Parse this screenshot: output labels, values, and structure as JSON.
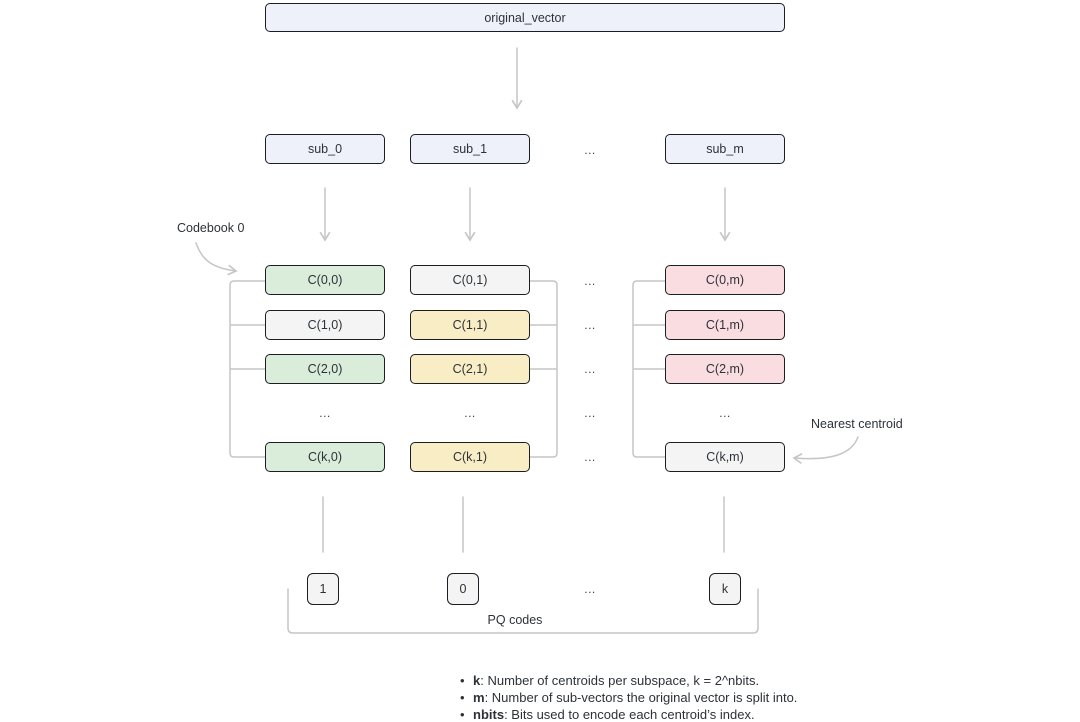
{
  "palette": {
    "lavender": "#eef1fa",
    "green": "#d9edda",
    "yellow": "#f9edc5",
    "pink": "#fadde0",
    "gray": "#f4f4f4"
  },
  "nodes": {
    "original_vector": "original_vector",
    "ellipsis": "...",
    "codebook_label": "Codebook 0",
    "nearest_centroid_label": "Nearest centroid",
    "pq_codes_label": "PQ codes",
    "bullet": "•"
  },
  "sub_vectors": {
    "s0": "sub_0",
    "s1": "sub_1",
    "sm": "sub_m"
  },
  "centroid_columns": [
    {
      "cells": [
        "C(0,0)",
        "C(1,0)",
        "C(2,0)",
        "...",
        "C(k,0)"
      ]
    },
    {
      "cells": [
        "C(0,1)",
        "C(1,1)",
        "C(2,1)",
        "...",
        "C(k,1)"
      ]
    },
    {
      "cells": [
        "C(0,m)",
        "C(1,m)",
        "C(2,m)",
        "...",
        "C(k,m)"
      ]
    }
  ],
  "pq_codes": [
    "1",
    "0",
    "k"
  ],
  "legend": [
    {
      "term": "k",
      "rest": ": Number of centroids per subspace, k = 2^nbits."
    },
    {
      "term": "m",
      "rest": ": Number of sub-vectors the original vector is split into."
    },
    {
      "term": "nbits",
      "rest": ": Bits used to encode each centroid’s index."
    }
  ]
}
